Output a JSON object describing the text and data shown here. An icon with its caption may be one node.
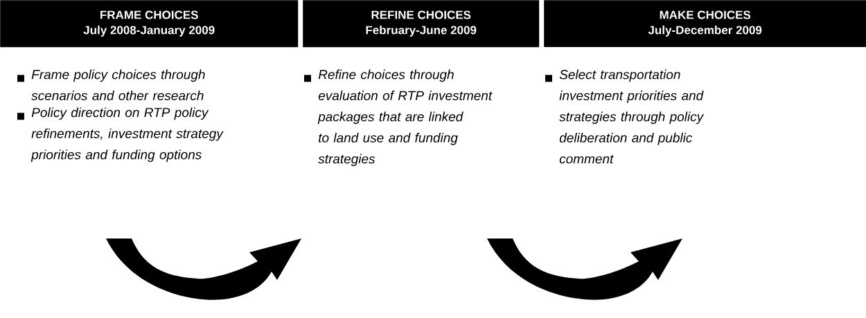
{
  "diagram": {
    "nodes": [
      {
        "text": [
          "FRAME CHOICES",
          "July 2008-January 2009"
        ],
        "beside": [
          "Frame policy choices through scenarios and other research",
          "Policy direction on RTP policy refinements, investment strategy priorities and funding options"
        ]
      },
      {
        "text": [
          "REFINE CHOICES",
          "February-June 2009"
        ],
        "beside": [
          "Refine choices through evaluation of RTP investment packages that are linked to land use and funding strategies"
        ]
      },
      {
        "text": [
          "MAKE CHOICES",
          "July-December 2009"
        ],
        "beside": [
          "Select transportation investment priorities and strategies through policy deliberation and public comment"
        ]
      }
    ]
  }
}
